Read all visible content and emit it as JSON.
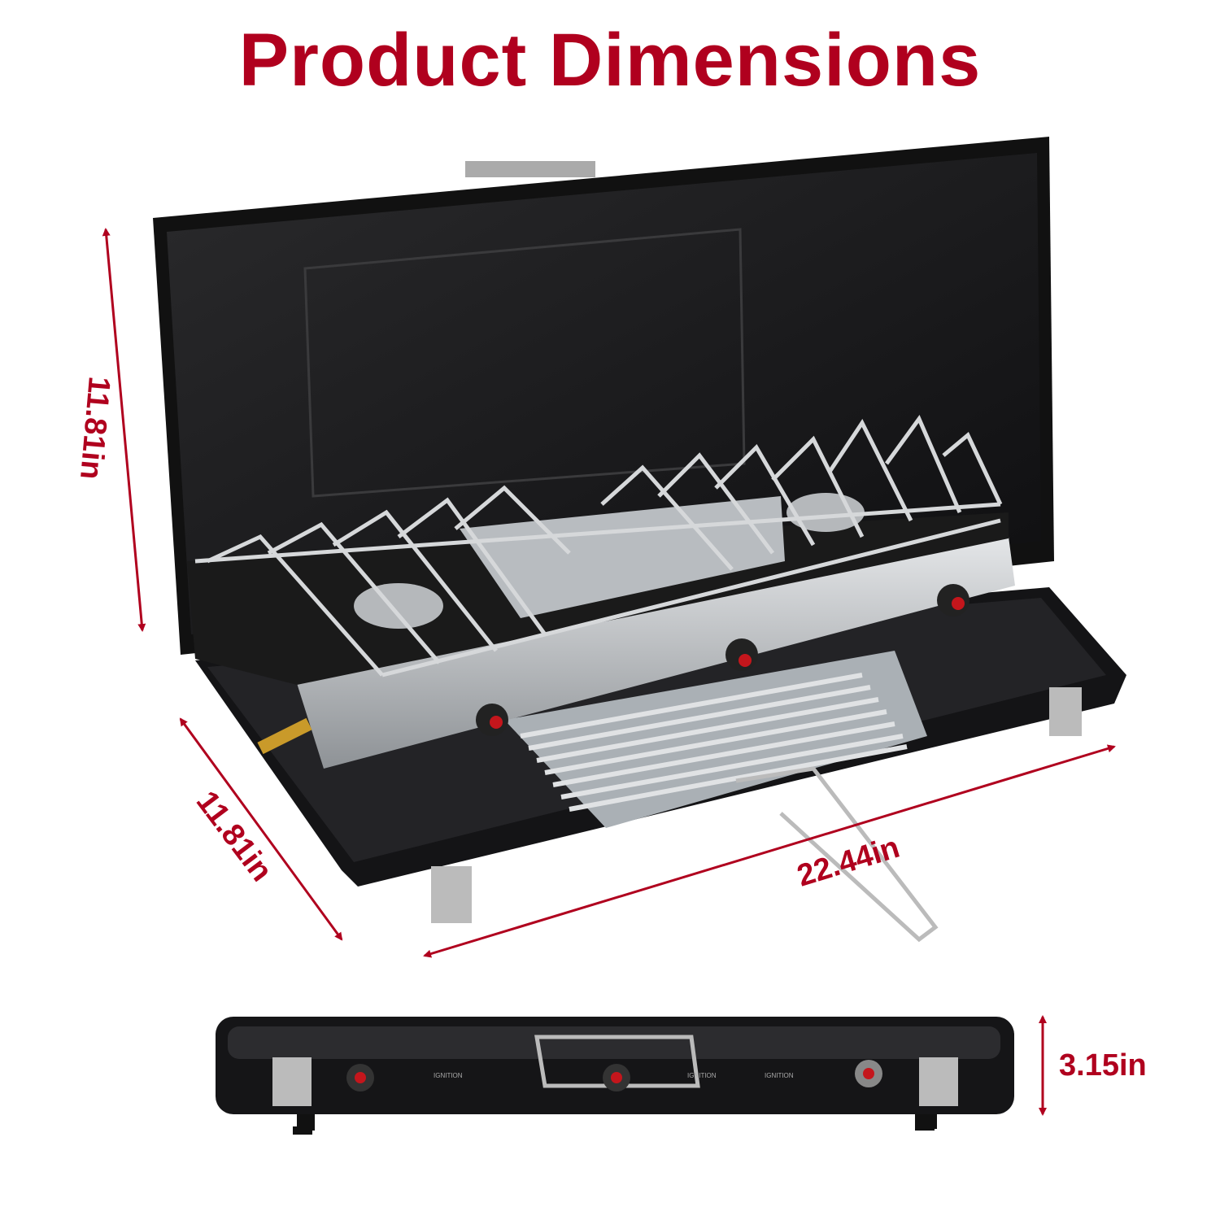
{
  "title": "Product Dimensions",
  "dimensions": {
    "height_open": "11.81in",
    "depth": "11.81in",
    "width": "22.44in",
    "height_closed": "3.15in"
  },
  "product_labels": {
    "ignition": "IGNITION"
  },
  "colors": {
    "accent": "#b0001e",
    "case": "#1c1c1e",
    "steel": "#c9ccd0"
  }
}
